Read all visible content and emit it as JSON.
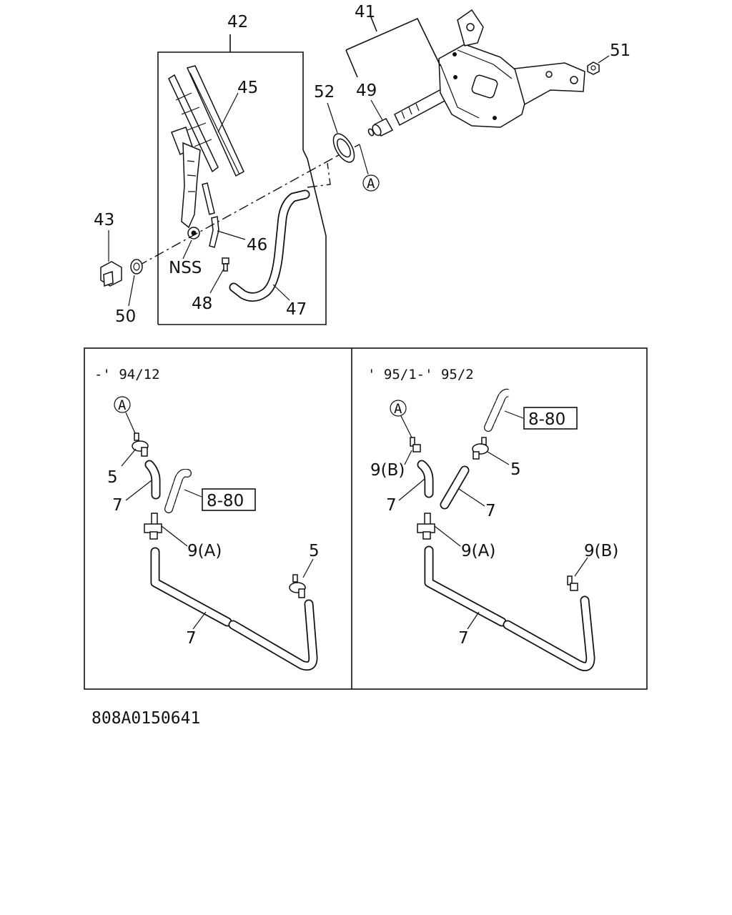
{
  "diagram": {
    "callouts": {
      "p41": "41",
      "p42": "42",
      "p43": "43",
      "p45": "45",
      "p46": "46",
      "p47": "47",
      "p48": "48",
      "p49": "49",
      "p50": "50",
      "p51": "51",
      "p52": "52",
      "nss": "NSS",
      "ref_a": "A"
    },
    "panel_left": {
      "range": "-' 94/12",
      "ref_a": "A",
      "p5_top": "5",
      "p7_top": "7",
      "p9a": "9(A)",
      "p5_right": "5",
      "p7_bottom": "7",
      "ref_box": "8-80"
    },
    "panel_right": {
      "range": "' 95/1-' 95/2",
      "ref_a": "A",
      "p9b_top": "9(B)",
      "p7_left": "7",
      "p5": "5",
      "p7_mid": "7",
      "p9a": "9(A)",
      "p9b_right": "9(B)",
      "p7_bottom": "7",
      "ref_box": "8-80"
    },
    "drawing_number": "808A0150641"
  }
}
